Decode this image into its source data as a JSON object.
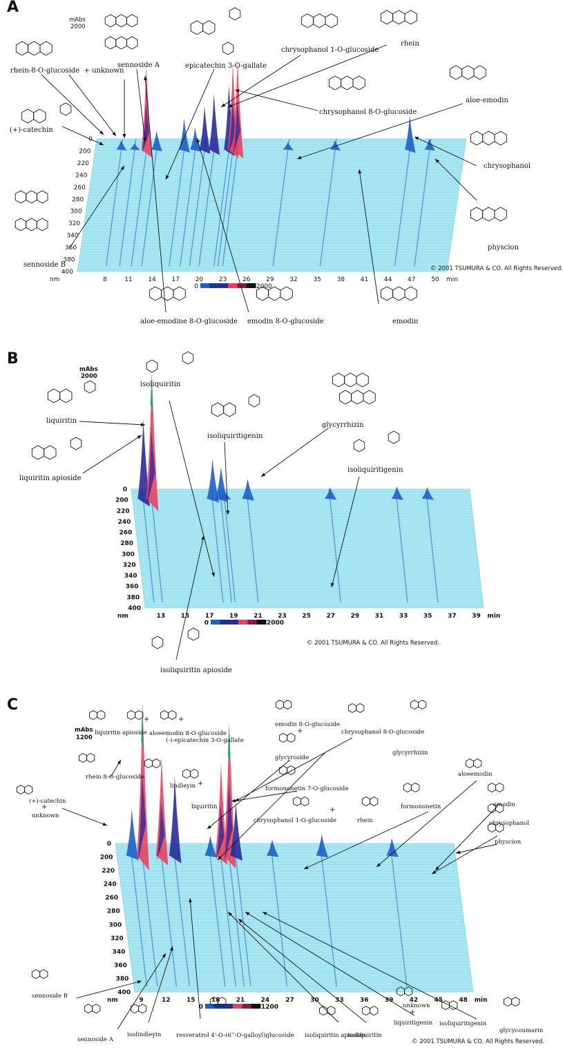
{
  "figure": {
    "colors": {
      "plateau": "#a8e6f2",
      "low": "#1f5fc7",
      "mid": "#2b2a9a",
      "high": "#e8425f",
      "top": "#3a9e74",
      "max": "#111111"
    }
  },
  "chart_data": [
    {
      "panel": "A",
      "type": "area",
      "ylabel": "mAbs",
      "zmax_label": "2000",
      "wavelength_labels": [
        "0",
        "200",
        "220",
        "240",
        "260",
        "280",
        "300",
        "320",
        "340",
        "360",
        "380",
        "400"
      ],
      "wavelength_unit": "nm",
      "x_ticks": [
        "8",
        "11",
        "14",
        "17",
        "20",
        "23",
        "26",
        "29",
        "32",
        "35",
        "38",
        "41",
        "44",
        "47",
        "50"
      ],
      "x_unit": "min",
      "color_scale": [
        "0",
        "2000"
      ],
      "series": [
        {
          "x": 7.8,
          "y": 150
        },
        {
          "x": 9.5,
          "y": 100
        },
        {
          "x": 11.0,
          "y": 1350
        },
        {
          "x": 12.3,
          "y": 300
        },
        {
          "x": 15.8,
          "y": 500
        },
        {
          "x": 17.2,
          "y": 350
        },
        {
          "x": 18.4,
          "y": 700
        },
        {
          "x": 19.6,
          "y": 900
        },
        {
          "x": 21.5,
          "y": 1050
        },
        {
          "x": 22.0,
          "y": 1400
        },
        {
          "x": 22.6,
          "y": 1450
        },
        {
          "x": 29.0,
          "y": 120
        },
        {
          "x": 35.0,
          "y": 150
        },
        {
          "x": 44.5,
          "y": 550
        },
        {
          "x": 47.0,
          "y": 180
        }
      ],
      "compounds": [
        "rhein-8-O-glucoside  + unknown",
        "sennoside A",
        "epicatechin 3-O-gallate",
        "chrysophanol 1-O-glucoside",
        "rhein",
        "chrysophanol 8-O-glucoside",
        "aloe-emodin",
        "chrysophanol",
        "physcion",
        "(+)-catechin",
        "sennoside B",
        "aloe-emodine 8-O-glucoside",
        "emodin 8-O-glucoside",
        "emodin"
      ],
      "copyright": "2001 TSUMURA & CO. All Rights Reserved."
    },
    {
      "panel": "B",
      "type": "area",
      "ylabel": "mAbs",
      "zmax_label": "2000",
      "wavelength_labels": [
        "0",
        "200",
        "220",
        "240",
        "260",
        "280",
        "300",
        "320",
        "340",
        "360",
        "380",
        "400"
      ],
      "wavelength_unit": "nm",
      "x_ticks": [
        "13",
        "15",
        "17",
        "19",
        "21",
        "23",
        "25",
        "27",
        "29",
        "31",
        "33",
        "35",
        "37",
        "39"
      ],
      "x_unit": "min",
      "color_scale": [
        "0",
        "2000"
      ],
      "series": [
        {
          "x": 12.6,
          "y": 1050
        },
        {
          "x": 13.3,
          "y": 1650
        },
        {
          "x": 18.3,
          "y": 520
        },
        {
          "x": 19.0,
          "y": 420
        },
        {
          "x": 19.3,
          "y": 100
        },
        {
          "x": 21.2,
          "y": 260
        },
        {
          "x": 28.0,
          "y": 150
        },
        {
          "x": 33.5,
          "y": 160
        },
        {
          "x": 36.0,
          "y": 150
        }
      ],
      "compounds": [
        "liquiritin",
        "liquiritin apioside",
        "isoliquiritin",
        "isoliquiritigenin",
        "glycyrrhizin",
        "isoliquiritigenin",
        "isoliquiritin apioside"
      ],
      "copyright": "2001 TSUMURA & CO. All Rights Reserved."
    },
    {
      "panel": "C",
      "type": "area",
      "ylabel": "mAbs",
      "zmax_label": "1200",
      "wavelength_labels": [
        "0",
        "200",
        "220",
        "240",
        "260",
        "280",
        "300",
        "320",
        "340",
        "360",
        "380",
        "400"
      ],
      "wavelength_unit": "nm",
      "x_ticks": [
        "9",
        "12",
        "15",
        "18",
        "21",
        "24",
        "27",
        "30",
        "33",
        "36",
        "39",
        "42",
        "45",
        "48"
      ],
      "x_unit": "min",
      "color_scale": [
        "0",
        "1200"
      ],
      "series": [
        {
          "x": 10.0,
          "y": 350
        },
        {
          "x": 11.3,
          "y": 1150
        },
        {
          "x": 13.6,
          "y": 750
        },
        {
          "x": 15.2,
          "y": 600
        },
        {
          "x": 19.5,
          "y": 150
        },
        {
          "x": 20.8,
          "y": 700
        },
        {
          "x": 21.8,
          "y": 1000
        },
        {
          "x": 22.6,
          "y": 400
        },
        {
          "x": 27.0,
          "y": 120
        },
        {
          "x": 33.0,
          "y": 160
        },
        {
          "x": 41.5,
          "y": 130
        }
      ],
      "compounds": [
        "liquiritin apioside",
        "aloeemodin 8-O-glucoside",
        "(-)-epicatechin 3-O-gallate",
        "emodin 8-O-glucoside",
        "glycyroside",
        "chrysophanol 8-O-glucoside",
        "rhein 8-O-glucoside",
        "lindleyin",
        "liquiritin",
        "formononetin 7-O-glucoside",
        "glycyrrhizin",
        "chrysophanol 1-O-glucoside",
        "rhein",
        "formononetin",
        "aloeemodin",
        "emodin",
        "chrysophanol",
        "physcion",
        "(+)-catechin",
        "unknown",
        "sennoside B",
        "sennoside A",
        "isolindleyin",
        "resveratrol 4'-O-(6''-O-galloyl)glucoside",
        "isoliquiritin apioside",
        "isoliquiritin",
        "liquiritigenin",
        "isoliquiritigenin",
        "glycycoumarin"
      ],
      "copyright": "2001 TSUMURA & CO. All Rights Reserved."
    }
  ],
  "text": {
    "A": {
      "letter": "A",
      "mabs": "mAbs",
      "mabs_val": "2000",
      "rhein8": "rhein-8-O-glucoside",
      "unknown": "+ unknown",
      "sennosideA": "sennoside A",
      "epicatechin": "epicatechin 3-O-gallate",
      "chrys1": "chrysophanol 1-O-glucoside",
      "rhein": "rhein",
      "chrys8": "chrysophanol 8-O-glucoside",
      "aloeemodin": "aloe-emodin",
      "chrysophanol": "chrysophanol",
      "physcion": "physcion",
      "catechin": "(+)-catechin",
      "sennosideB": "sennoside B",
      "aloeemodine8": "aloe-emodine 8-O-glucoside",
      "emodin8": "emodin 8-O-glucoside",
      "emodin": "emodin",
      "nm": "nm",
      "min": "min",
      "copyright": "2001 TSUMURA & CO. All Rights Reserved.",
      "cs0": "0",
      "cs1": "2000"
    },
    "B": {
      "letter": "B",
      "mabs": "mAbs",
      "mabs_val": "2000",
      "liquiritin": "liquiritin",
      "liquiritinApi": "liquiritin apioside",
      "isoliquiritin": "isoliquiritin",
      "isoliquiritigenin1": "isoliquiritigenin",
      "glycyrrhizin": "glycyrrhizin",
      "isoliquiritigenin2": "isoliquiritigenin",
      "isoliquiritinApi": "isoliquiritin apioside",
      "nm": "nm",
      "min": "min",
      "copyright": "2001 TSUMURA & CO. All Rights Reserved.",
      "cs0": "0",
      "cs1": "2000"
    },
    "C": {
      "letter": "C",
      "mabs": "mAbs",
      "mabs_val": "1200",
      "liqApi": "liquiritin apioside",
      "aloe8": "aloeemodin 8-O-glucoside",
      "epicat": "(-)-epicatechin 3-O-gallate",
      "plus": "+",
      "emodin8": "emodin 8-O-glucoside",
      "glycyroside": "glycyroside",
      "chrys8": "chrysophanol 8-O-glucoside",
      "rhein8": "rhein 8-O-glucoside",
      "lindleyin": "lindleyin",
      "liquiritin": "liquiritin",
      "formo7": "formononetin 7-O-glucoside",
      "glycyrrhizin": "glycyrrhizin",
      "chrys1": "chrysophanol 1-O-glucoside",
      "rhein": "rhein",
      "formononetin": "formononetin",
      "aloeemodin": "aloeemodin",
      "emodin": "emodin",
      "chrysophanol": "chrysophanol",
      "physcion": "physcion",
      "catechin": "(+)-catechin",
      "unknown": "unknown",
      "sennosideB": "sennoside B",
      "sennosideA": "sennoside A",
      "isolindleyin": "isolindleyin",
      "resveratrol": "resveratrol 4'-O-(6''-O-galloyl)glucoside",
      "isoliqApi": "isoliquiritin apioside",
      "isoliquiritin": "isoliquiritin",
      "unknown2": "unknown",
      "liquiritigenin": "liquiritigenin",
      "isoliquiritigenin": "isoliquiritigenin",
      "glycycoumarin": "glycycoumarin",
      "nm": "nm",
      "min": "min",
      "copyright": "2001 TSUMURA & CO. All Rights Reserved.",
      "cs0": "0",
      "cs1": "1200"
    }
  }
}
